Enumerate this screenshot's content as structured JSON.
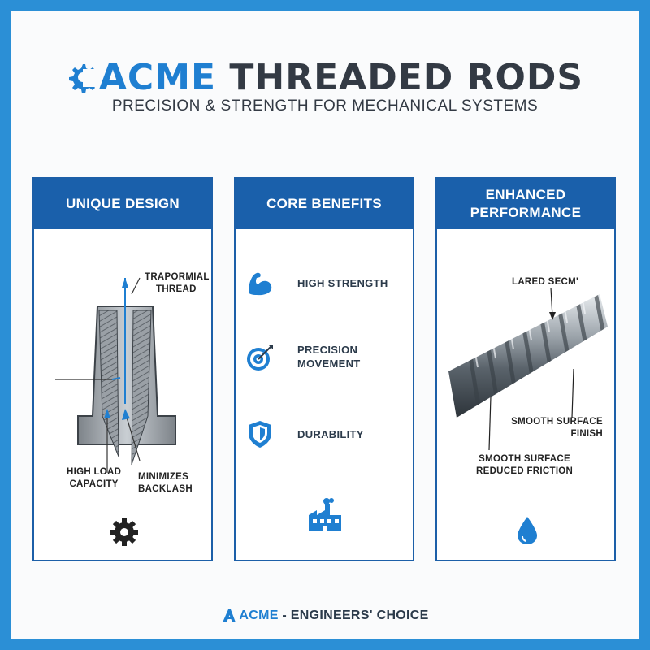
{
  "header": {
    "title_brand": "ACME",
    "title_rest": " THREADED RODS",
    "subtitle": "PRECISION & STRENGTH FOR MECHANICAL SYSTEMS"
  },
  "panels": [
    {
      "title": "UNIQUE DESIGN",
      "labels": {
        "thread_line1": "TRAPORMIAL",
        "thread_line2": "THREAD",
        "load_line1": "HIGH LOAD",
        "load_line2": "CAPACITY",
        "backlash_line1": "MINIMIZES",
        "backlash_line2": "BACKLASH"
      },
      "icon": "gear-icon"
    },
    {
      "title": "CORE BENEFITS",
      "benefits": [
        {
          "icon": "bicep-icon",
          "line1": "HIGH STRENGTH",
          "line2": ""
        },
        {
          "icon": "target-icon",
          "line1": "PRECISION",
          "line2": "MOVEMENT"
        },
        {
          "icon": "shield-icon",
          "line1": "DURABILITY",
          "line2": ""
        }
      ],
      "icon": "factory-icon"
    },
    {
      "title_line1": "ENHANCED",
      "title_line2": "PERFORMANCE",
      "labels": {
        "top": "LARED SECM'",
        "finish_line1": "SMOOTH SURFACE",
        "finish_line2": "FINISH",
        "friction_line1": "SMOOTH SURFACE",
        "friction_line2": "REDUCED FRICTION"
      },
      "icon": "droplet-icon"
    }
  ],
  "footer": {
    "brand": "ACME",
    "rest": " - ENGINEERS' CHOICE"
  },
  "colors": {
    "accent": "#1f7fd1",
    "panel_header": "#1a60ab",
    "border": "#2b8fd6",
    "text": "#333a44"
  }
}
